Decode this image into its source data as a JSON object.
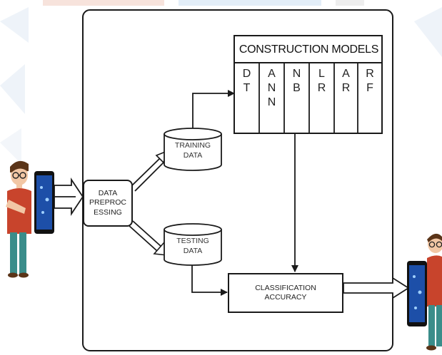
{
  "diagram": {
    "models_header": "CONSTRUCTION MODELS",
    "models": [
      {
        "letters": [
          "D",
          "T"
        ]
      },
      {
        "letters": [
          "A",
          "N",
          "N"
        ]
      },
      {
        "letters": [
          "N",
          "B"
        ]
      },
      {
        "letters": [
          "L",
          "R"
        ]
      },
      {
        "letters": [
          "A",
          "R"
        ]
      },
      {
        "letters": [
          "R",
          "F"
        ]
      }
    ],
    "preprocessing": {
      "lines": [
        "DATA",
        "PREPROC",
        "ESSING"
      ]
    },
    "training": {
      "lines": [
        "TRAINING",
        "DATA"
      ]
    },
    "testing": {
      "lines": [
        "TESTING",
        "DATA"
      ]
    },
    "classification": {
      "lines": [
        "CLASSIFICATION",
        "ACCURACY"
      ]
    }
  },
  "colors": {
    "stroke": "#1a1a1a",
    "phone_screen": "#1d4fa8",
    "shirt": "#c8442c",
    "hair": "#5a3418",
    "pants": "#3a8d8a"
  },
  "icons": {
    "left_user": "person-with-phone-icon",
    "right_user": "person-with-phone-icon"
  }
}
